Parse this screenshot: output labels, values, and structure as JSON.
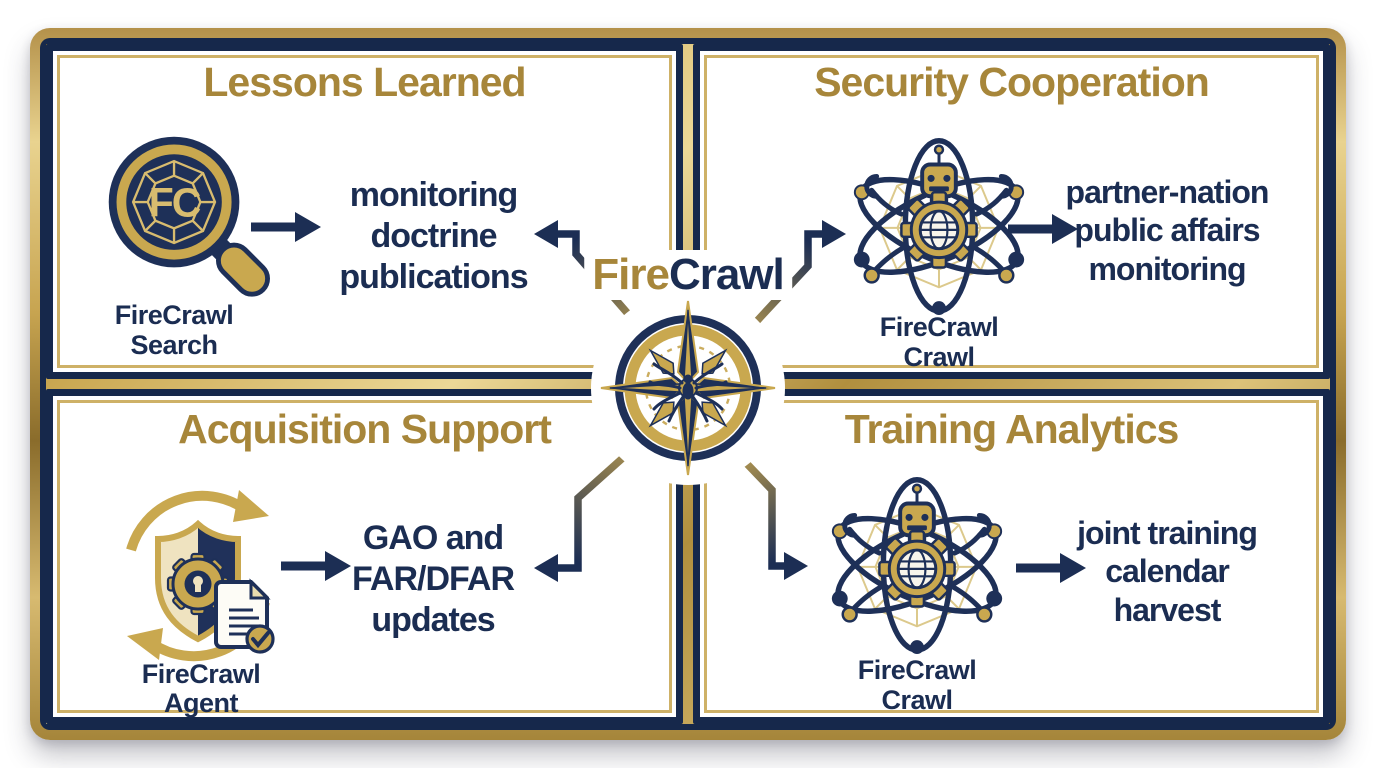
{
  "center": {
    "icon": "compass-spider-icon",
    "brand": {
      "fire": "Fire",
      "crawl": "Crawl"
    }
  },
  "quadrants": [
    {
      "id": "lessons-learned",
      "title": "Lessons Learned",
      "icon": "magnifier-web-icon",
      "tool_label": "FireCrawl\nSearch",
      "description": "monitoring\ndoctrine\npublications"
    },
    {
      "id": "security-cooperation",
      "title": "Security Cooperation",
      "icon": "robot-crawler-icon",
      "tool_label": "FireCrawl\nCrawl",
      "description": "partner-nation\npublic affairs\nmonitoring"
    },
    {
      "id": "acquisition-support",
      "title": "Acquisition Support",
      "icon": "shield-agent-icon",
      "tool_label": "FireCrawl\nAgent",
      "description": "GAO and\nFAR/DFAR\nupdates"
    },
    {
      "id": "training-analytics",
      "title": "Training Analytics",
      "icon": "robot-crawler-icon",
      "tool_label": "FireCrawl\nCrawl",
      "description": "joint training\ncalendar\nharvest"
    }
  ],
  "colors": {
    "gold_text": "#A7863A",
    "gold_bright": "#C9A84F",
    "gold_pale": "#DCC98C",
    "navy": "#1B2D52",
    "background": "#FFFFFF"
  }
}
